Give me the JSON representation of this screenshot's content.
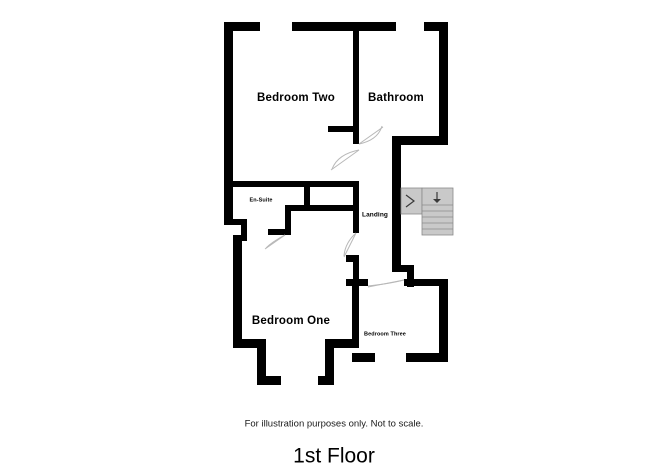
{
  "document": {
    "type": "floor-plan",
    "title": "1st Floor",
    "disclaimer": "For illustration purposes only. Not to scale."
  },
  "rooms": [
    {
      "id": "bedroom-two",
      "label": "Bedroom Two",
      "size": "large"
    },
    {
      "id": "bathroom",
      "label": "Bathroom",
      "size": "large"
    },
    {
      "id": "en-suite",
      "label": "En-Suite",
      "size": "small"
    },
    {
      "id": "landing",
      "label": "Landing",
      "size": "small"
    },
    {
      "id": "bedroom-one",
      "label": "Bedroom One",
      "size": "large"
    },
    {
      "id": "bedroom-three",
      "label": "Bedroom Three",
      "size": "small"
    }
  ],
  "features": {
    "staircase": {
      "name": "staircase",
      "direction_label": "down",
      "tread_count": 6
    },
    "doors": 5,
    "windows": 4
  },
  "colors": {
    "wall": "#000000",
    "background": "#ffffff",
    "stair_fill": "#c9c9c9",
    "stair_line": "#8a8a8a",
    "door_arc": "#b8b8b8",
    "text": "#000000"
  }
}
